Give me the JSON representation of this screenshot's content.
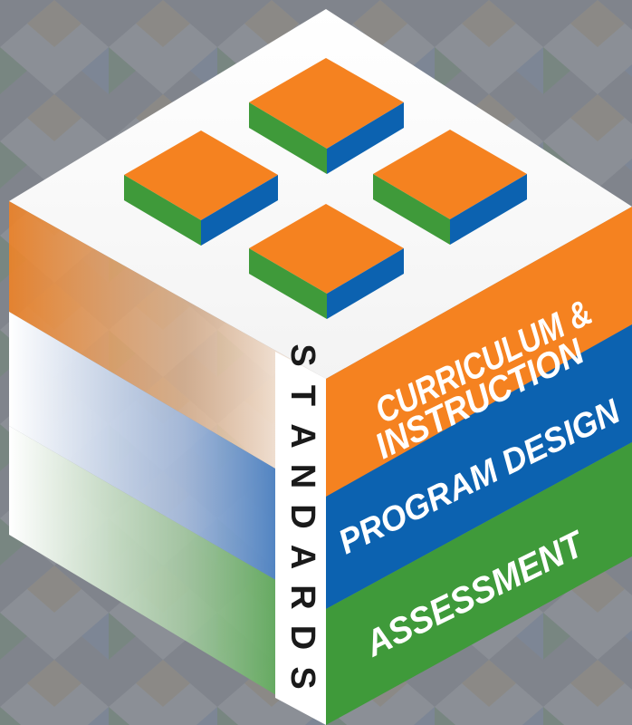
{
  "diagram": {
    "spine_label": "STANDARDS",
    "layers": [
      {
        "id": "curriculum",
        "lines": [
          "CURRICULUM &",
          "INSTRUCTION"
        ],
        "color": "#F58220"
      },
      {
        "id": "program",
        "lines": [
          "PROGRAM DESIGN"
        ],
        "color": "#0C62B0"
      },
      {
        "id": "assessment",
        "lines": [
          "ASSESSMENT"
        ],
        "color": "#3F9A3A"
      }
    ],
    "colors": {
      "top_face": "#FFFFFF",
      "block_top": "#F58220",
      "block_left": "#3F9A3A",
      "block_right": "#0C62B0",
      "spine": "#FFFFFF",
      "background": "#7D8189"
    }
  }
}
